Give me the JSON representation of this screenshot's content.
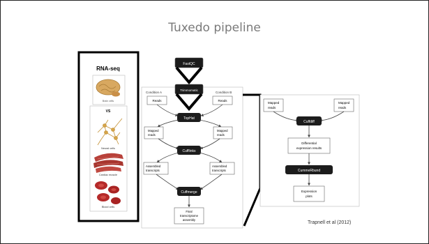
{
  "slide": {
    "title": "Tuxedo pipeline",
    "credit": "Trapnell et al (2012)"
  },
  "left_panel": {
    "heading": "RNA-seq",
    "brain_caption": "Brain cells",
    "vs": "VS",
    "neural_caption": "Neural cells",
    "cardiac_caption": "Cardiac muscle",
    "blood_caption": "Blood cells"
  },
  "pipeline": {
    "fastqc": "FastQC",
    "trimmomatic": "Trimmomatic",
    "condition_a": "Condition A",
    "condition_b": "Condition B",
    "reads_a": "Reads",
    "reads_b": "Reads",
    "tophat": "TopHat",
    "mapped": "Mapped",
    "reads_word": "reads",
    "cufflinks": "Cufflinks",
    "assembled": "Assembled",
    "transcripts": "transcripts",
    "cuffmerge": "Cuffmerge",
    "final_1": "Final",
    "final_2": "transcriptome",
    "final_3": "assembly"
  },
  "right_panel": {
    "mapped": "Mapped",
    "reads_word": "reads",
    "cuffdiff": "Cuffdiff",
    "diff_1": "Differential",
    "diff_2": "expression results",
    "cummerbund": "CummeRbund",
    "expr_1": "Expression",
    "expr_2": "plots"
  },
  "colors": {
    "step_box": "#1c1c1c",
    "panel_border": "#000000",
    "title": "#7a7a7a",
    "brain": "#d8a860",
    "cardiac": "#b8413a",
    "blood": "#b52a2a",
    "neural": "#d6a64a"
  }
}
